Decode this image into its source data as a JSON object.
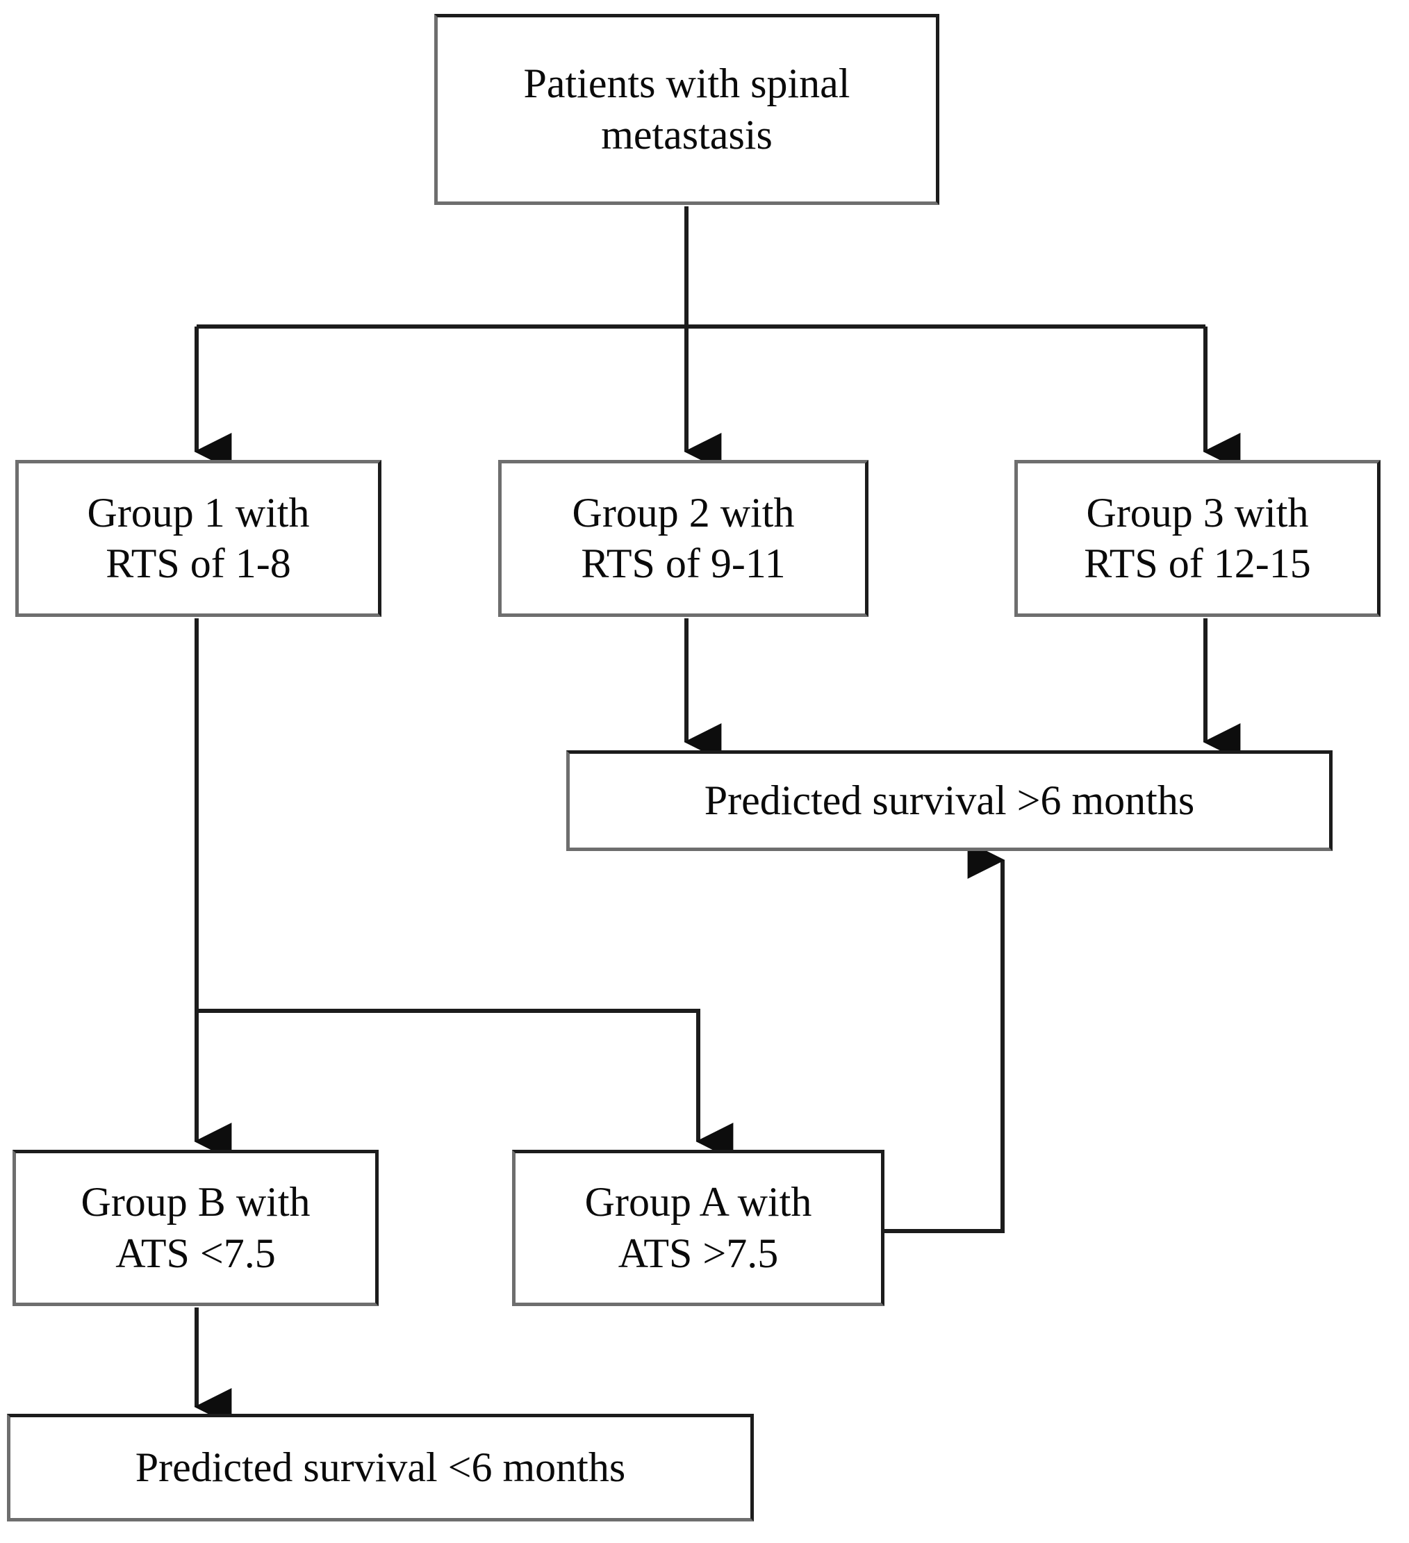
{
  "figure": {
    "type": "flowchart",
    "title": "Spinal metastasis survival prediction algorithm",
    "orientation": "top-down",
    "background_color": "#ffffff",
    "line_color": "#1c1c1c",
    "box_border_color": "#6e6e6e",
    "text_color": "#0a0a0a"
  },
  "nodes": {
    "root": {
      "id": "root",
      "text": "Patients with spinal metastasis",
      "line1": "Patients with spinal",
      "line2": "metastasis"
    },
    "group1": {
      "id": "group1",
      "text": "Group 1 with RTS of 1-8",
      "line1": "Group 1 with",
      "line2": "RTS of 1-8"
    },
    "group2": {
      "id": "group2",
      "text": "Group 2 with RTS of 9-11",
      "line1": "Group 2 with",
      "line2": "RTS of 9-11"
    },
    "group3": {
      "id": "group3",
      "text": "Group 3 with RTS of 12-15",
      "line1": "Group 3 with",
      "line2": "RTS of 12-15"
    },
    "survival_gt": {
      "id": "survival_gt",
      "text": "Predicted survival >6 months"
    },
    "group_b": {
      "id": "group_b",
      "text": "Group B with ATS <7.5",
      "line1": "Group B with",
      "line2": "ATS <7.5"
    },
    "group_a": {
      "id": "group_a",
      "text": "Group A with ATS >7.5",
      "line1": "Group A with",
      "line2": "ATS >7.5"
    },
    "survival_lt": {
      "id": "survival_lt",
      "text": "Predicted survival <6 months"
    }
  },
  "edges": [
    {
      "from": "root",
      "to": "group1",
      "style": "orthogonal",
      "arrow": "end"
    },
    {
      "from": "root",
      "to": "group2",
      "style": "straight",
      "arrow": "end"
    },
    {
      "from": "root",
      "to": "group3",
      "style": "orthogonal",
      "arrow": "end"
    },
    {
      "from": "group2",
      "to": "survival_gt",
      "style": "straight",
      "arrow": "end"
    },
    {
      "from": "group3",
      "to": "survival_gt",
      "style": "straight",
      "arrow": "end"
    },
    {
      "from": "group1",
      "to": "group_b",
      "style": "straight",
      "arrow": "end"
    },
    {
      "from": "group1",
      "to": "group_a",
      "style": "orthogonal",
      "arrow": "end"
    },
    {
      "from": "group_a",
      "to": "survival_gt",
      "style": "orthogonal",
      "arrow": "end"
    },
    {
      "from": "group_b",
      "to": "survival_lt",
      "style": "straight",
      "arrow": "end"
    }
  ]
}
